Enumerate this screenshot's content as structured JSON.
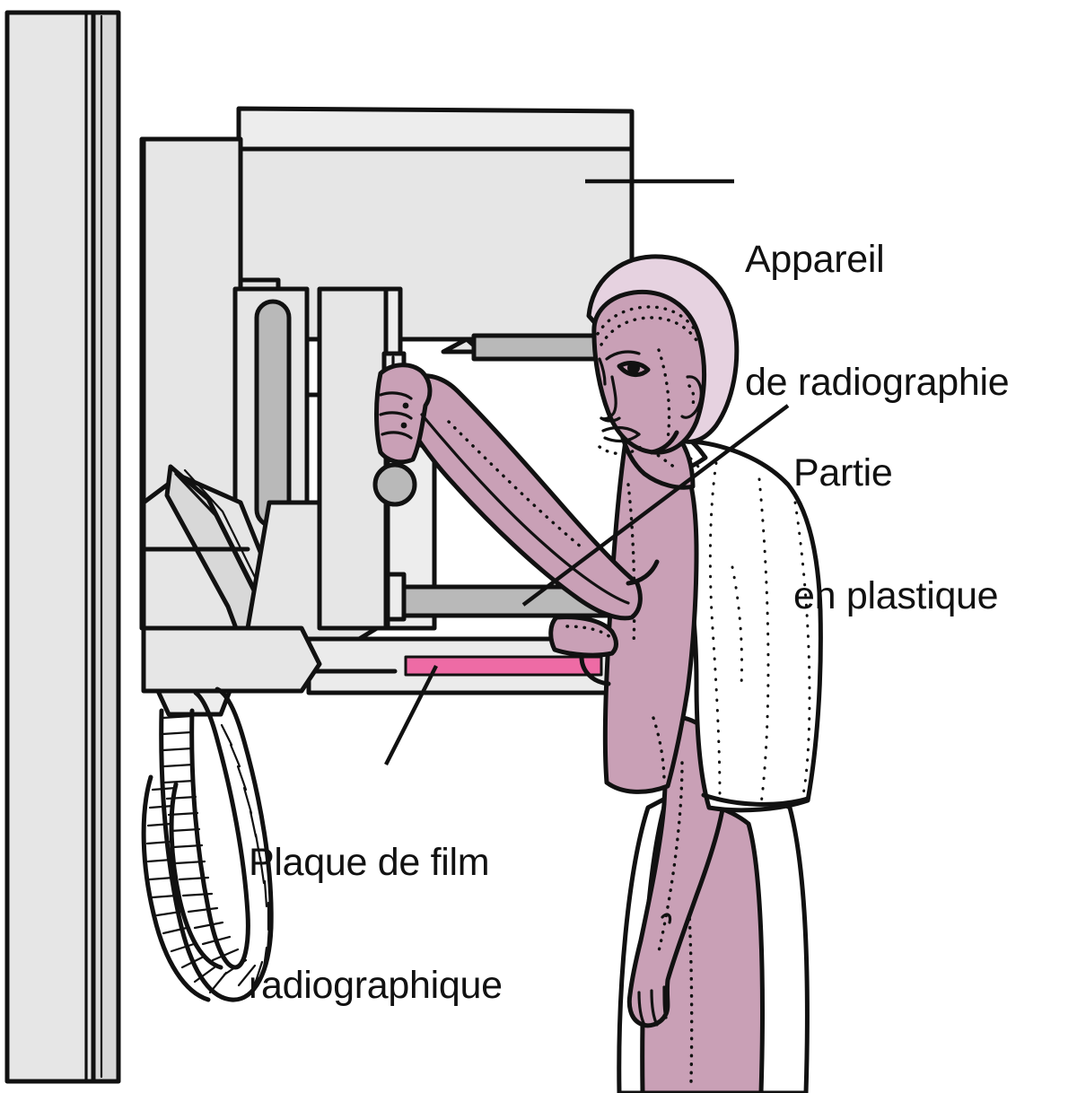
{
  "figure": {
    "title": "Mammographie : positionnement du sein",
    "type": "medical-line-illustration",
    "subject": "Femme debout devant un appareil de mammographie, sein comprimé entre la plaque en plastique et la plaque de film radiographique",
    "background_color": "#ffffff"
  },
  "labels": {
    "machine": {
      "line1": "Appareil",
      "line2": "de radiographie",
      "text": "Appareil de radiographie",
      "leader": "horizontal",
      "points_to": "x-ray-machine-housing"
    },
    "plastic": {
      "line1": "Partie",
      "line2": "en plastique",
      "text": "Partie en plastique",
      "leader": "diagonal",
      "points_to": "plastic-compression-paddle"
    },
    "film": {
      "line1": "Plaque de film",
      "line2": "radiographique",
      "text": "Plaque de film radiographique",
      "leader": "diagonal",
      "points_to": "film-plate-pink-strip"
    }
  },
  "colors": {
    "outline": "#111111",
    "machine_body": "#e6e6e6",
    "machine_body_alt": "#ededed",
    "machine_shadow": "#d8d8d8",
    "metal_gray": "#b9b9b9",
    "metal_gray_dark": "#a8a8a8",
    "skin": "#c9a0b6",
    "skin_light": "#d9b6c9",
    "hair": "#e6d2e0",
    "gown_white": "#ffffff",
    "film_pink": "#ee6ba5",
    "film_tray": "#ebebeb",
    "background": "#ffffff"
  },
  "parts": {
    "wall_column": "Colonne murale verticale",
    "support_column": "Colonne de support de l'appareil",
    "machine_housing": "Boîtier de l'appareil de radiographie",
    "vertical_rail": "Rail vertical de réglage",
    "compression_paddle": "Plaque de compression en plastique",
    "film_plate": "Plaque de film radiographique",
    "handle": "Poignée de maintien",
    "coiled_cable": "Câble spiralé",
    "patient": "Patiente",
    "gown": "Blouse d'examen"
  }
}
